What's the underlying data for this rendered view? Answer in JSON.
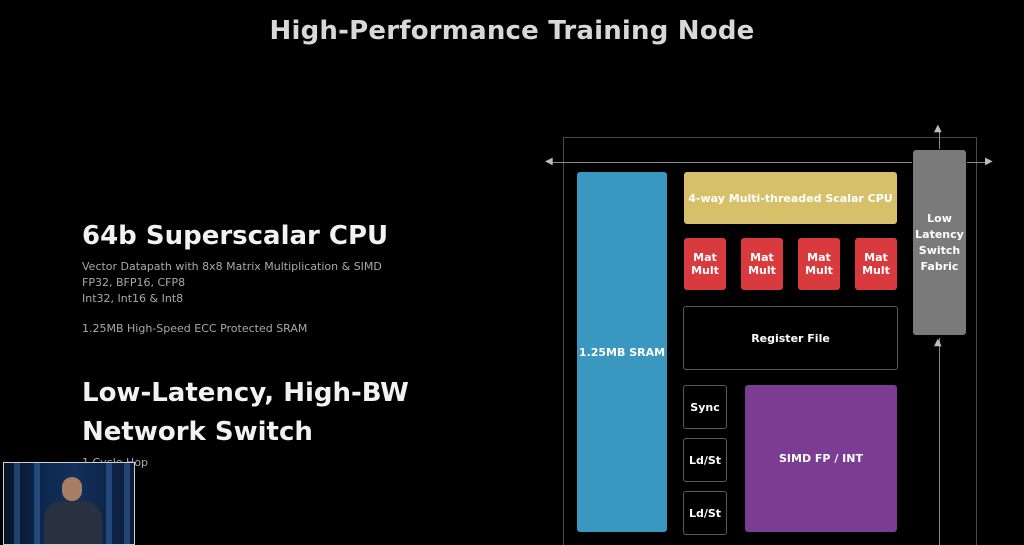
{
  "slide": {
    "title": "High-Performance Training Node"
  },
  "left_panel": {
    "cpu_heading": "64b Superscalar CPU",
    "cpu_details": [
      "Vector Datapath with 8x8 Matrix Multiplication & SIMD",
      "FP32, BFP16, CFP8",
      "Int32, Int16 & Int8"
    ],
    "sram_detail": "1.25MB High-Speed ECC Protected SRAM",
    "switch_heading_line1": "Low-Latency, High-BW",
    "switch_heading_line2": "Network Switch",
    "switch_detail": "1 Cycle Hop"
  },
  "diagram": {
    "sram_label": "1.25MB SRAM",
    "scalar_cpu_label": "4-way Multi-threaded Scalar CPU",
    "mat_mult_units": [
      {
        "line1": "Mat",
        "line2": "Mult"
      },
      {
        "line1": "Mat",
        "line2": "Mult"
      },
      {
        "line1": "Mat",
        "line2": "Mult"
      },
      {
        "line1": "Mat",
        "line2": "Mult"
      }
    ],
    "register_file_label": "Register File",
    "sync_label": "Sync",
    "ldst_label_1": "Ld/St",
    "ldst_label_2": "Ld/St",
    "simd_label": "SIMD FP / INT",
    "switch_fabric_lines": [
      "Low",
      "Latency",
      "Switch",
      "Fabric"
    ]
  },
  "colors": {
    "sram": "#3a98c0",
    "scalar_cpu": "#d6c06a",
    "mat_mult": "#d93a3e",
    "simd": "#7a3d92",
    "switch_fabric": "#7a7a7a"
  },
  "webcam": {
    "icon": "presenter-video"
  }
}
